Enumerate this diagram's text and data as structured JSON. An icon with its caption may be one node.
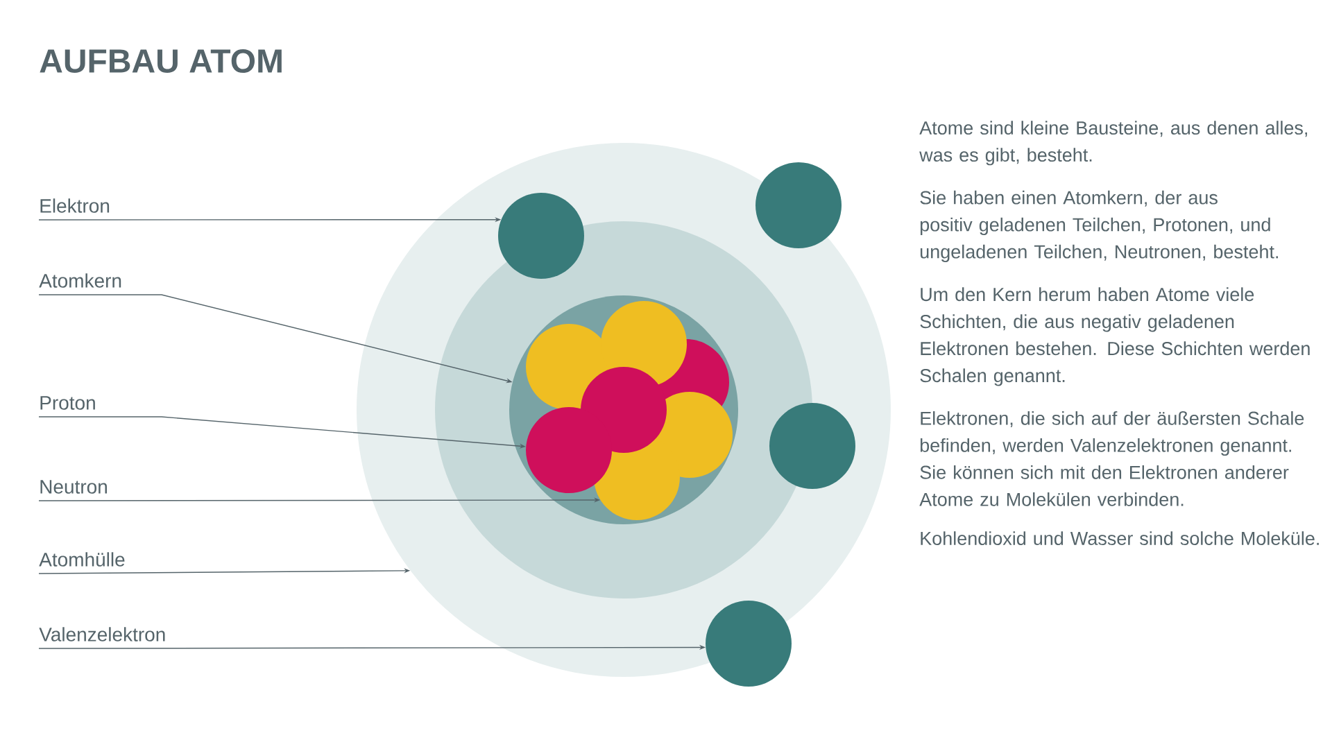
{
  "diagram": {
    "title": "AUFBAU ATOM",
    "nodes": [
      {
        "text": [
          "Elektron"
        ]
      },
      {
        "text": [
          "Atomkern"
        ]
      },
      {
        "text": [
          "Proton"
        ]
      },
      {
        "text": [
          "Neutron"
        ]
      },
      {
        "text": [
          "Atomhülle"
        ]
      },
      {
        "text": [
          "Valenzelektron"
        ]
      },
      {
        "text": [],
        "shape": "circle"
      },
      {
        "text": [],
        "shape": "circle",
        "in": 6
      },
      {
        "text": [],
        "shape": "circle",
        "in": 7
      },
      {
        "text": [],
        "shape": "circle",
        "in": 8
      },
      {
        "text": [],
        "shape": "circle",
        "in": 8
      },
      {
        "text": [],
        "shape": "circle",
        "in": 8
      },
      {
        "text": [],
        "shape": "circle",
        "in": 8
      },
      {
        "text": [],
        "shape": "circle",
        "in": 8
      },
      {
        "text": [],
        "shape": "circle",
        "in": 8
      },
      {
        "text": [],
        "shape": "circle",
        "in": 8
      },
      {
        "text": [],
        "shape": "circle",
        "in": 6
      },
      {
        "text": [],
        "shape": "circle"
      },
      {
        "text": [],
        "shape": "circle",
        "in": 6
      },
      {
        "text": [],
        "shape": "circle"
      }
    ],
    "edges": [
      {
        "from": 0,
        "to": 16,
        "arrow": "to"
      },
      {
        "from": 1,
        "to": 8,
        "arrow": "to"
      },
      {
        "from": 2,
        "to": 10,
        "arrow": "to"
      },
      {
        "from": 3,
        "to": 12,
        "arrow": "to"
      },
      {
        "from": 4,
        "to": 6,
        "arrow": "to"
      },
      {
        "from": 5,
        "to": 19,
        "arrow": "to"
      }
    ],
    "labels": [
      "Atome sind kleine Bausteine, aus denen alles, was es gibt, besteht.",
      "Sie haben einen Atomkern, der aus positiv geladenen Teilchen, Protonen, und ungeladenen Teilchen, Neutronen, besteht.",
      "Um den Kern herum haben Atome viele Schichten, die aus negativ geladenen Elektronen bestehen. Diese Schichten werden Schalen genannt.",
      "Elektronen, die sich auf der äußersten Schale befinden, werden Valenzelektronen genannt. Sie können sich mit den Elektronen anderer Atome zu Molekülen verbinden.",
      "Kohlendioxid und Wasser sind solche Moleküle."
    ]
  }
}
